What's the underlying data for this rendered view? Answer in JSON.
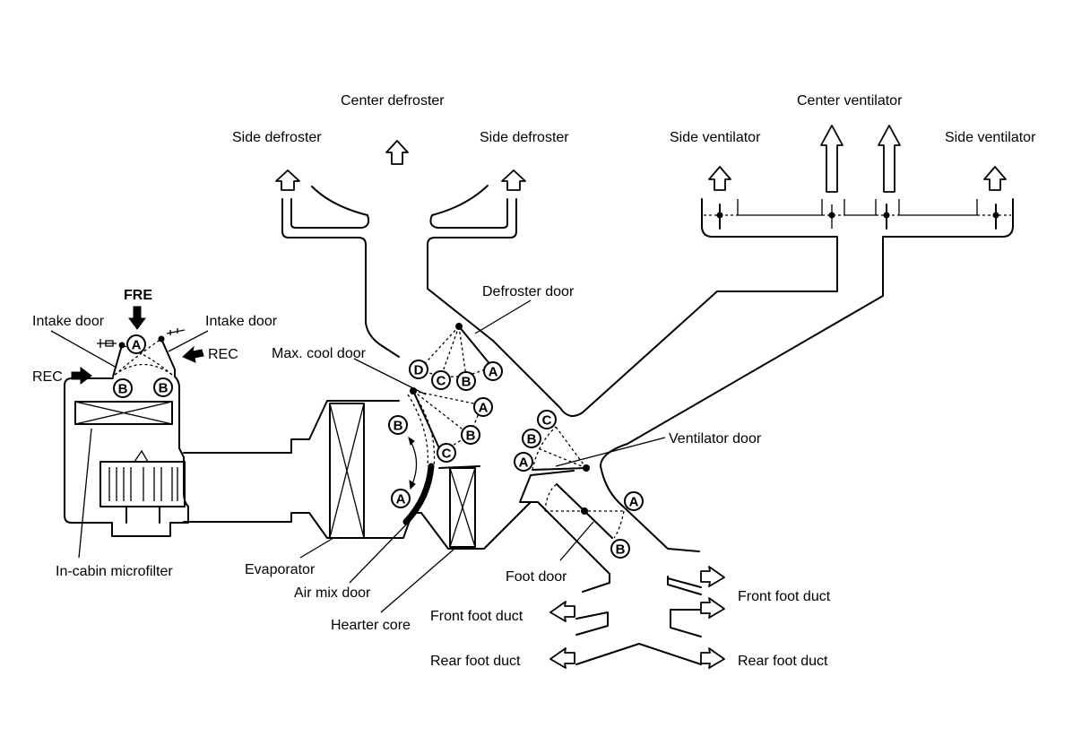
{
  "diagram": {
    "type": "HVAC air flow schematic",
    "labels": {
      "center_defroster": "Center defroster",
      "side_defroster_left": "Side defroster",
      "side_defroster_right": "Side defroster",
      "center_ventilator": "Center ventilator",
      "side_ventilator_left": "Side ventilator",
      "side_ventilator_right": "Side ventilator",
      "defroster_door": "Defroster door",
      "fre": "FRE",
      "intake_door_left": "Intake door",
      "intake_door_right": "Intake door",
      "rec_left": "REC",
      "rec_right": "REC",
      "max_cool_door": "Max. cool door",
      "ventilator_door": "Ventilator door",
      "in_cabin_microfilter": "In-cabin microfilter",
      "evaporator": "Evaporator",
      "air_mix_door": "Air mix door",
      "heater_core": "Hearter core",
      "foot_door": "Foot door",
      "front_foot_duct_left": "Front foot duct",
      "front_foot_duct_right": "Front foot duct",
      "rear_foot_duct_left": "Rear foot duct",
      "rear_foot_duct_right": "Rear foot duct"
    },
    "door_positions": {
      "intake_door": [
        "A",
        "B",
        "B"
      ],
      "defroster_door": [
        "D",
        "C",
        "B",
        "A"
      ],
      "max_cool_door": [
        "A",
        "B",
        "C"
      ],
      "air_mix_door": [
        "B",
        "A"
      ],
      "ventilator_door": [
        "A",
        "B",
        "C"
      ],
      "foot_door": [
        "A",
        "B"
      ]
    }
  }
}
